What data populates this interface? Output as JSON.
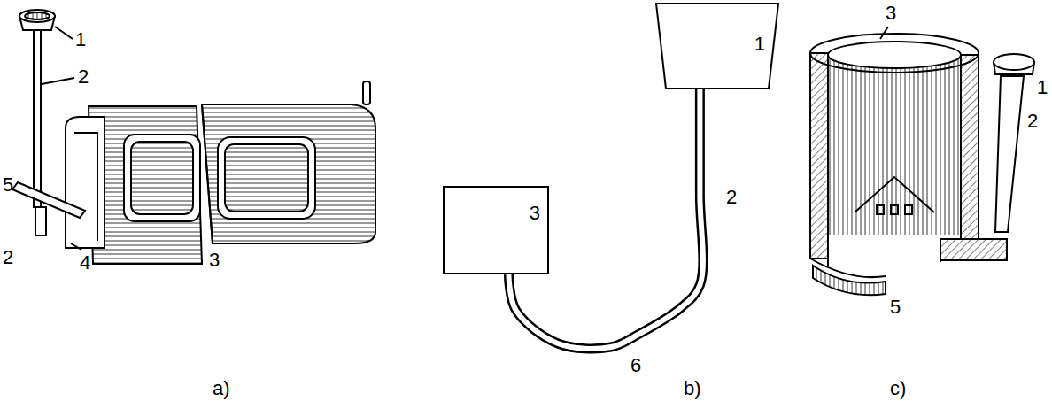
{
  "diagram": {
    "nodes": [
      {
        "text": [
          "1"
        ]
      },
      {
        "text": [
          "3"
        ]
      }
    ],
    "edges": [
      {
        "from": 0,
        "to": 1,
        "arrow": "none"
      }
    ],
    "labels": [
      "1",
      "2",
      "5",
      "2",
      "4",
      "3",
      "2",
      "6",
      "3",
      "1",
      "2",
      "5",
      "a)",
      "b)",
      "c)"
    ]
  }
}
